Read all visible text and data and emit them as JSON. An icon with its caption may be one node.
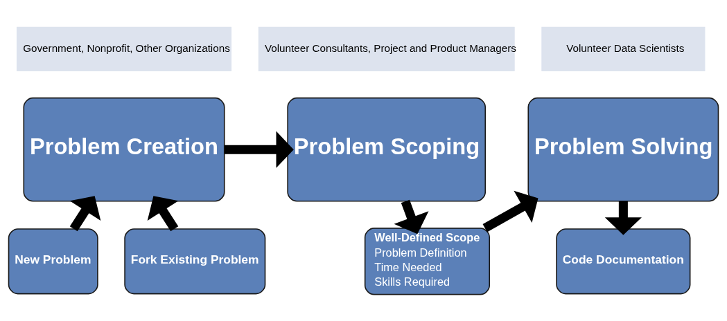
{
  "diagram": {
    "nodes": [
      {
        "text": [
          "Government, Nonprofit, Other Organizations"
        ]
      },
      {
        "text": [
          "Volunteer Consultants, Project and Product Managers"
        ]
      },
      {
        "text": [
          "Volunteer Data Scientists"
        ]
      },
      {
        "text": [
          "Problem Creation"
        ]
      },
      {
        "text": [
          "Problem Scoping"
        ]
      },
      {
        "text": [
          "Problem Solving"
        ]
      },
      {
        "text": [
          "New Problem"
        ]
      },
      {
        "text": [
          "Fork Existing Problem"
        ]
      },
      {
        "text": [
          "Well-Defined Scope",
          "Problem Definition",
          "Time Needed",
          "Skills Required"
        ]
      },
      {
        "text": [
          "Code Documentation"
        ]
      }
    ],
    "edges": [
      {
        "from": 3,
        "to": 4,
        "arrow": "to"
      },
      {
        "from": 6,
        "to": 3,
        "arrow": "to"
      },
      {
        "from": 7,
        "to": 3,
        "arrow": "to"
      },
      {
        "from": 4,
        "to": 8,
        "arrow": "to"
      },
      {
        "from": 8,
        "to": 5,
        "arrow": "to"
      },
      {
        "from": 5,
        "to": 9,
        "arrow": "to"
      }
    ]
  }
}
